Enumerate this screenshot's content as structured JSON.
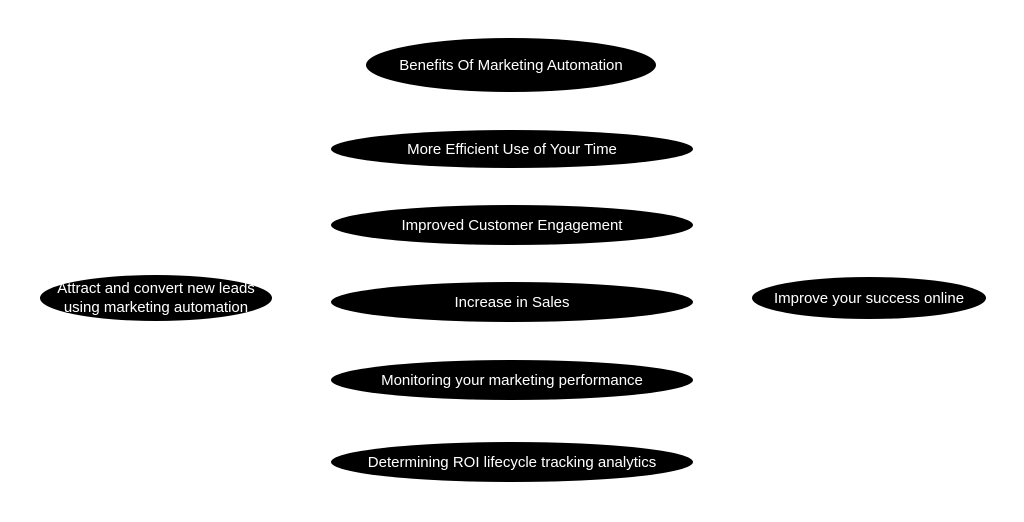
{
  "diagram": {
    "title": "Benefits Of Marketing Automation",
    "benefits": [
      "More Efficient Use of Your Time",
      "Improved Customer Engagement",
      "Increase in Sales",
      "Monitoring your marketing performance",
      "Determining ROI lifecycle tracking analytics"
    ],
    "left_node": {
      "line1": "Attract and convert new leads",
      "line2": "using marketing automation"
    },
    "right_node": "Improve your success online"
  },
  "colors": {
    "node_fill": "#000000",
    "node_text": "#ffffff",
    "background": "#ffffff"
  }
}
